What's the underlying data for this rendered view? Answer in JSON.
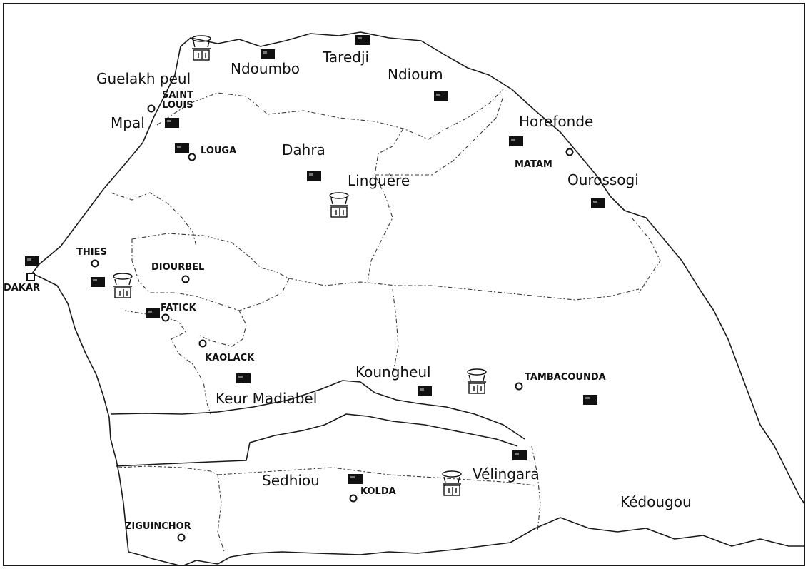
{
  "map": {
    "localities": [
      {
        "id": "ndoumbo",
        "label": "Ndoumbo"
      },
      {
        "id": "taredji",
        "label": "Taredji"
      },
      {
        "id": "ndioum",
        "label": "Ndioum"
      },
      {
        "id": "guelakh-peul",
        "label": "Guelakh peul"
      },
      {
        "id": "mpal",
        "label": "Mpal"
      },
      {
        "id": "dahra",
        "label": "Dahra"
      },
      {
        "id": "linguere",
        "label": "Linguère"
      },
      {
        "id": "horefonde",
        "label": "Horefonde"
      },
      {
        "id": "ourossogi",
        "label": "Ourossogi"
      },
      {
        "id": "koungheul",
        "label": "Koungheul"
      },
      {
        "id": "keur-madiabel",
        "label": "Keur Madiabel"
      },
      {
        "id": "sedhiou",
        "label": "Sedhiou"
      },
      {
        "id": "velingara",
        "label": "Vélingara"
      },
      {
        "id": "kedougou",
        "label": "Kédougou"
      }
    ],
    "regional_capitals": [
      {
        "id": "saint-louis",
        "label": "SAINT LOUIS",
        "line1": "SAINT",
        "line2": "LOUIS"
      },
      {
        "id": "louga",
        "label": "LOUGA"
      },
      {
        "id": "matam",
        "label": "MATAM"
      },
      {
        "id": "thies",
        "label": "THIES"
      },
      {
        "id": "diourbel",
        "label": "DIOURBEL"
      },
      {
        "id": "dakar",
        "label": "DAKAR"
      },
      {
        "id": "fatick",
        "label": "FATICK"
      },
      {
        "id": "kaolack",
        "label": "KAOLACK"
      },
      {
        "id": "tambacounda",
        "label": "TAMBACOUNDA"
      },
      {
        "id": "kolda",
        "label": "KOLDA"
      },
      {
        "id": "ziguinchor",
        "label": "ZIGUINCHOR"
      }
    ],
    "icons": {
      "station": "station-square-icon",
      "silo": "silo-icon",
      "capital": "capital-circle-icon"
    },
    "colors": {
      "ink": "#111111",
      "station_fill": "#111111",
      "background": "#ffffff"
    }
  }
}
